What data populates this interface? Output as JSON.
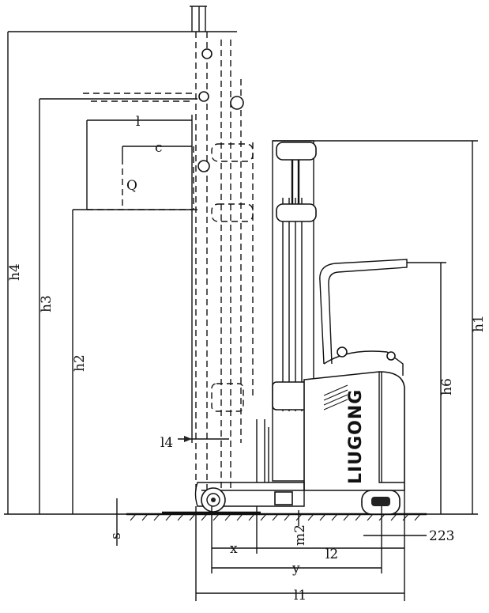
{
  "brand": "LIUGONG",
  "dimension_labels": {
    "h4": "h4",
    "h3": "h3",
    "h2": "h2",
    "h1": "h1",
    "h6": "h6",
    "l": "l",
    "c": "c",
    "Q": "Q",
    "l4": "l4",
    "s": "s",
    "x": "x",
    "l2": "l2",
    "y": "y",
    "l1": "l1",
    "m2": "m2",
    "ground_clearance": "223"
  }
}
